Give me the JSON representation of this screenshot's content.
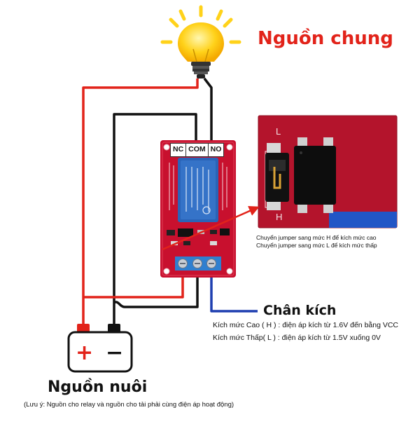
{
  "title": "Nguồn chung",
  "relay": {
    "terminals": [
      "NC",
      "COM",
      "NO"
    ]
  },
  "jumper": {
    "labels": {
      "low": "L",
      "high": "H"
    },
    "notes": [
      "Chuyển jumper sang mức H để kích mức cao",
      "Chuyển jumper sang mức L để kích mức thấp"
    ]
  },
  "trigger": {
    "title": "Chân kích",
    "high_level": "Kích mức Cao ( H ) : điện áp kích từ 1.6V đến bằng VCC",
    "low_level": "Kích mức Thấp( L ) : điện áp kích từ 1.5V xuống 0V"
  },
  "battery": {
    "plus_symbol": "+",
    "minus_symbol": "−"
  },
  "supply": {
    "title": "Nguồn nuôi",
    "note": "(Lưu ý: Nguồn cho relay và nguồn cho tải phải cùng điện áp hoạt động)"
  },
  "colors": {
    "title_red": "#e2231a",
    "wire_red": "#e2231a",
    "wire_black": "#111111",
    "wire_blue": "#1e3fb0",
    "board_red": "#c8102e",
    "relay_blue": "#2a64b8",
    "bulb_yellow": "#ffd21a",
    "terminal_blue": "#2f7fd0"
  },
  "icons": [
    "light-bulb-icon",
    "battery-icon",
    "relay-module-icon",
    "jumper-closeup-icon",
    "arrow-icon"
  ]
}
